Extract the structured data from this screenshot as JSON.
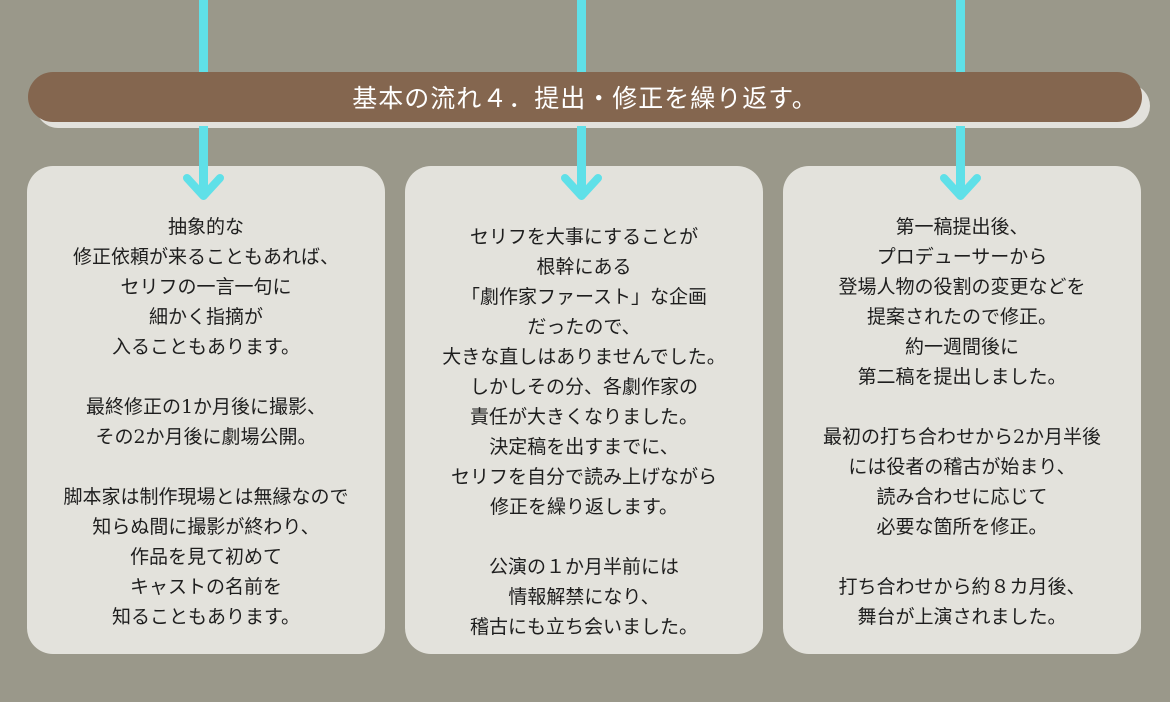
{
  "colors": {
    "background": "#9a988a",
    "banner": "#84664f",
    "arrow": "#5fe0e8",
    "card": "#e3e2dc"
  },
  "banner": {
    "title": "基本の流れ４．提出・修正を繰り返す。"
  },
  "cards": [
    {
      "text": "抽象的な\n修正依頼が来ることもあれば、\nセリフの一言一句に\n細かく指摘が\n入ることもあります。\n\n最終修正の1か月後に撮影、\nその2か月後に劇場公開。\n\n脚本家は制作現場とは無縁なので\n知らぬ間に撮影が終わり、\n作品を見て初めて\nキャストの名前を\n知ることもあります。"
    },
    {
      "text": "セリフを大事にすることが\n根幹にある\n「劇作家ファースト」な企画\nだったので、\n大きな直しはありませんでした。\nしかしその分、各劇作家の\n責任が大きくなりました。\n決定稿を出すまでに、\nセリフを自分で読み上げながら\n修正を繰り返します。\n\n公演の１か月半前には\n情報解禁になり、\n稽古にも立ち会いました。"
    },
    {
      "text": "第一稿提出後、\nプロデューサーから\n登場人物の役割の変更などを\n提案されたので修正。\n約一週間後に\n第二稿を提出しました。\n\n最初の打ち合わせから2か月半後\nには役者の稽古が始まり、\n読み合わせに応じて\n必要な箇所を修正。\n\n打ち合わせから約８カ月後、\n舞台が上演されました。"
    }
  ]
}
